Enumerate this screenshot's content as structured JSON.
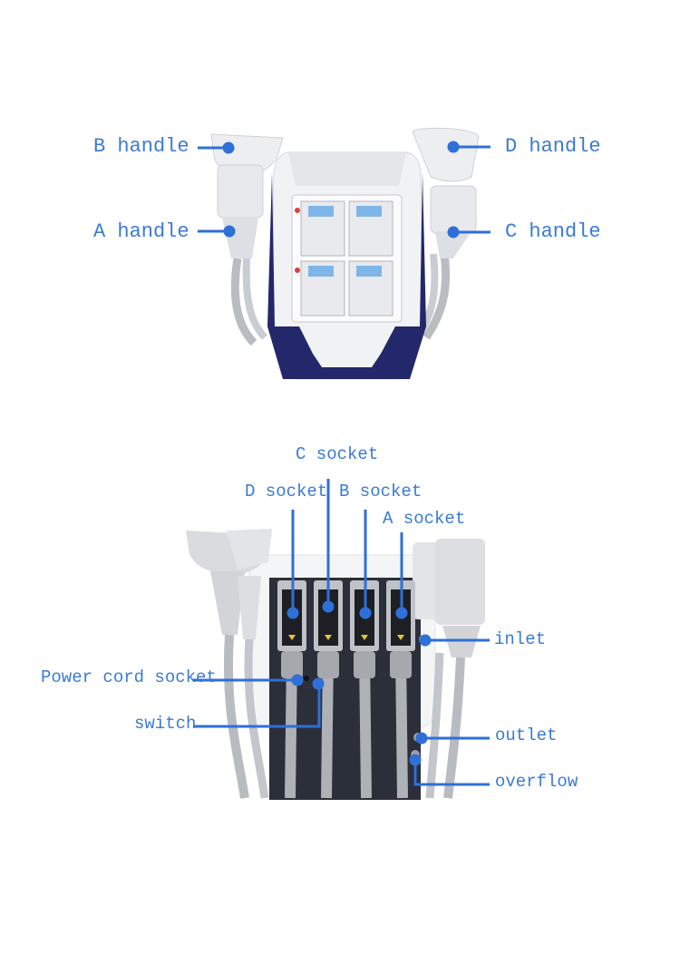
{
  "colors": {
    "label": "#3a7bd5",
    "leader_line": "#2f6fd8",
    "machine_accent": "#23286b",
    "panel_dark": "#2b2f3a"
  },
  "front_view": {
    "labels": {
      "b_handle": "B handle",
      "a_handle": "A handle",
      "d_handle": "D handle",
      "c_handle": "C handle"
    }
  },
  "rear_view": {
    "labels": {
      "c_socket": "C socket",
      "d_socket": "D socket",
      "b_socket": "B socket",
      "a_socket": "A socket",
      "inlet": "inlet",
      "power_cord_socket": "Power cord socket",
      "switch": "switch",
      "outlet": "outlet",
      "overflow": "overflow"
    }
  }
}
